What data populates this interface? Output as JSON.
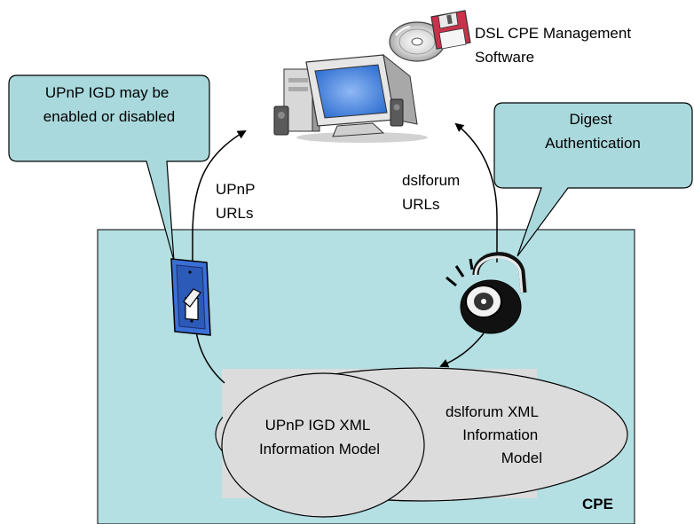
{
  "software": {
    "line1": "DSL CPE Management",
    "line2": "Software"
  },
  "callout_left": {
    "line1": "UPnP IGD may be",
    "line2": "enabled or disabled"
  },
  "callout_right": {
    "line1": "Digest",
    "line2": "Authentication"
  },
  "label_upnp_urls": {
    "line1": "UPnP",
    "line2": "URLs"
  },
  "label_dslforum_urls": {
    "line1": "dslforum",
    "line2": "URLs"
  },
  "model_upnp": {
    "line1": "UPnP IGD XML",
    "line2": "Information Model"
  },
  "model_dslforum": {
    "line1": "dslforum XML",
    "line2": "Information",
    "line3": "Model"
  },
  "cpe_label": "CPE",
  "colors": {
    "cpe_fill": "#b4dfe3",
    "callout_fill": "#a9d9dd",
    "model_fill": "#dcdcdc",
    "monitor_screen": "#3b7fd8"
  },
  "icons": [
    "desktop-computer-icon",
    "floppy-disk-icon",
    "cd-disc-icon",
    "light-switch-icon",
    "combination-padlock-icon"
  ]
}
